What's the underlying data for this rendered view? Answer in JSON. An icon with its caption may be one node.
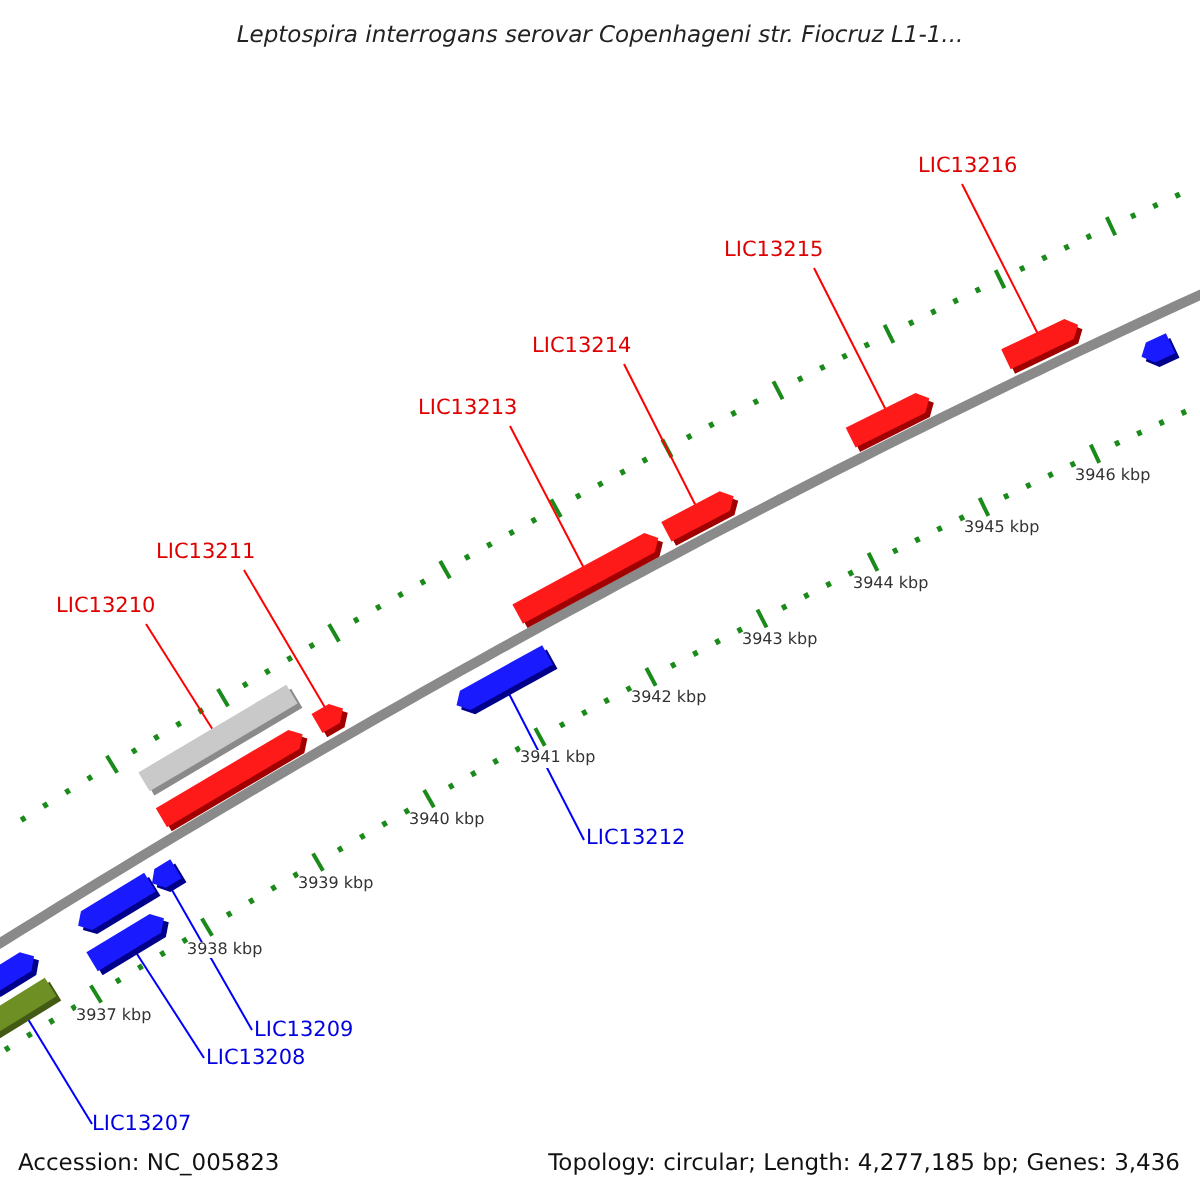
{
  "diagram": {
    "title": "Leptospira interrogans serovar Copenhageni str. Fiocruz L1-1...",
    "nodes": [
      {
        "text": [
          "LIC13216"
        ]
      },
      {
        "text": [
          "LIC13215"
        ]
      },
      {
        "text": [
          "LIC13214"
        ]
      },
      {
        "text": [
          "LIC13213"
        ]
      },
      {
        "text": [
          "LIC13211"
        ]
      },
      {
        "text": [
          "LIC13210"
        ]
      },
      {
        "text": [
          "LIC13212"
        ]
      },
      {
        "text": [
          "LIC13209"
        ]
      },
      {
        "text": [
          "LIC13208"
        ]
      },
      {
        "text": [
          "LIC13207"
        ]
      },
      {
        "text": [],
        "shape": "bar"
      },
      {
        "text": [],
        "shape": "bar"
      },
      {
        "text": [],
        "shape": "bar"
      },
      {
        "text": [],
        "shape": "bar"
      },
      {
        "text": [],
        "shape": "bar"
      },
      {
        "text": [],
        "shape": "bar"
      },
      {
        "text": [],
        "shape": "bar"
      },
      {
        "text": [],
        "shape": "bar"
      },
      {
        "text": [],
        "shape": "bar"
      },
      {
        "text": [],
        "shape": "bar"
      },
      {
        "text": [],
        "shape": "bar"
      },
      {
        "text": [],
        "shape": "bar"
      },
      {
        "text": [],
        "shape": "bar"
      },
      {
        "text": [],
        "shape": "bar"
      }
    ],
    "edges": [
      {
        "from": 0,
        "to": 22,
        "arrow": "none"
      },
      {
        "from": 1,
        "to": 21,
        "arrow": "none"
      },
      {
        "from": 2,
        "to": 20,
        "arrow": "none"
      },
      {
        "from": 3,
        "to": 19,
        "arrow": "none"
      },
      {
        "from": 4,
        "to": 17,
        "arrow": "none"
      },
      {
        "from": 5,
        "to": 15,
        "arrow": "none"
      },
      {
        "from": 6,
        "to": 18,
        "arrow": "none",
        "color": "#0000ff"
      },
      {
        "from": 7,
        "to": 14,
        "arrow": "none",
        "color": "#0000ff"
      },
      {
        "from": 8,
        "to": 13,
        "arrow": "none",
        "color": "#0000ff"
      },
      {
        "from": 9,
        "to": 11,
        "arrow": "none",
        "color": "#0000ff"
      }
    ],
    "labels": [
      "3937 kbp",
      "3938 kbp",
      "3939 kbp",
      "3940 kbp",
      "3941 kbp",
      "3942 kbp",
      "3943 kbp",
      "3944 kbp",
      "3945 kbp",
      "3946 kbp",
      "Accession: NC_005823",
      "Topology: circular; Length: 4,277,185 bp; Genes: 3,436"
    ]
  }
}
